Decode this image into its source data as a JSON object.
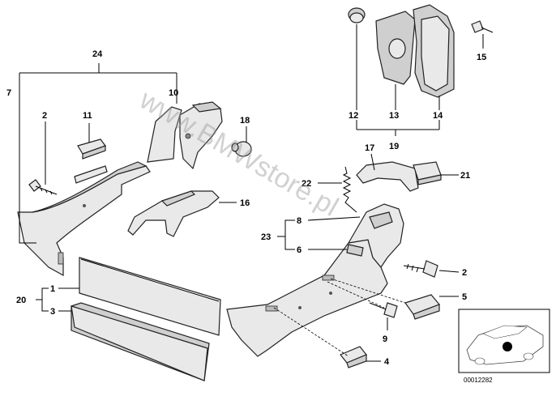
{
  "watermark": "www.BMWstore.pl",
  "document_number": "00012282",
  "callouts": [
    "1",
    "2",
    "3",
    "4",
    "5",
    "6",
    "7",
    "8",
    "9",
    "10",
    "11",
    "12",
    "13",
    "14",
    "15",
    "16",
    "17",
    "18",
    "19",
    "20",
    "21",
    "22",
    "23",
    "24",
    "2"
  ],
  "parts": [
    {
      "id": "pan-left",
      "icon": "side-trim-panel"
    },
    {
      "id": "cover-strip",
      "icon": "cover-strip"
    },
    {
      "id": "mat",
      "icon": "floor-mat"
    },
    {
      "id": "pan-right",
      "icon": "side-trim-panel"
    },
    {
      "id": "hinge-cover",
      "icon": "hinge-cover"
    },
    {
      "id": "car-inset",
      "icon": "car-locator"
    }
  ]
}
